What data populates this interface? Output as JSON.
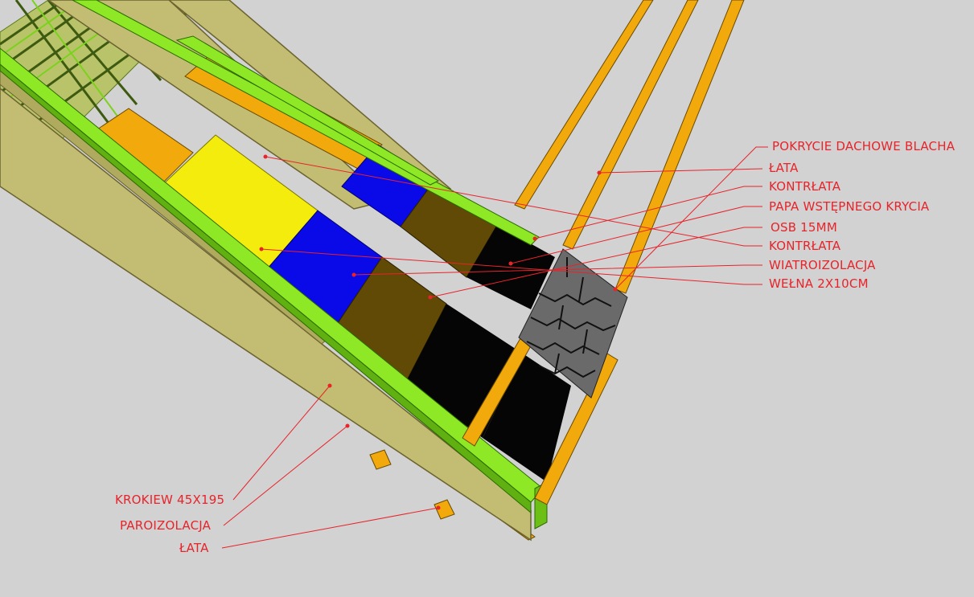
{
  "colors": {
    "background": "#d2d2d2",
    "rafter_wood": "#c2bd72",
    "green_battens": "#8ee825",
    "orange_battens": "#f2a90c",
    "insulation_yellow": "#f4ec0c",
    "membrane_blue": "#0a0ae8",
    "brown_osb": "#614a05",
    "black_felt": "#050505",
    "roof_tile_grey": "#6a6a6a",
    "label_red": "#e8232a"
  },
  "labels_right": [
    "POKRYCIE DACHOWE BLACHA",
    "ŁATA",
    "KONTRŁATA",
    "PAPA WSTĘPNEGO KRYCIA",
    "OSB 15MM",
    "KONTRŁATA",
    "WIATROIZOLACJA",
    "WEŁNA 2X10CM"
  ],
  "labels_bottom": [
    "KROKIEW 45X195",
    "PAROIZOLACJA",
    "ŁATA"
  ]
}
